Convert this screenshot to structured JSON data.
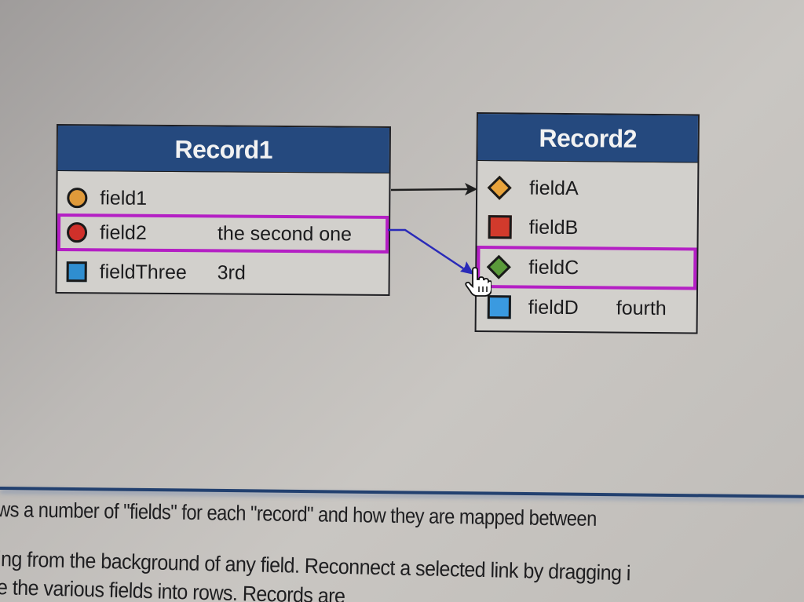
{
  "diagram": {
    "records": [
      {
        "title": "Record1",
        "fields": [
          {
            "name": "field1",
            "value": "",
            "icon": "circle",
            "color": "#e09a3a",
            "selected": false
          },
          {
            "name": "field2",
            "value": "the second one",
            "icon": "circle",
            "color": "#d0302a",
            "selected": true
          },
          {
            "name": "fieldThree",
            "value": "3rd",
            "icon": "square",
            "color": "#2f8ed0",
            "selected": false
          }
        ]
      },
      {
        "title": "Record2",
        "fields": [
          {
            "name": "fieldA",
            "value": "",
            "icon": "diamond",
            "color": "#e8a33b",
            "selected": false
          },
          {
            "name": "fieldB",
            "value": "",
            "icon": "square",
            "color": "#d23a2c",
            "selected": false
          },
          {
            "name": "fieldC",
            "value": "",
            "icon": "diamond",
            "color": "#5a9a3a",
            "selected": true
          },
          {
            "name": "fieldD",
            "value": "fourth",
            "icon": "square",
            "color": "#3a9ae0",
            "selected": false
          }
        ]
      }
    ],
    "links": [
      {
        "from": "Record1.field1",
        "to": "Record2.fieldA",
        "color": "#1e1e1e"
      },
      {
        "from": "Record1.field2",
        "to": "Record2.fieldC",
        "color": "#2a2ab8",
        "selected": true
      }
    ],
    "header_color": "#25497e",
    "selection_color": "#b41fc4"
  },
  "description": {
    "line1": "ws a number of \"fields\" for each \"record\" and how they are mapped between",
    "line2": "ing from the background of any field. Reconnect a selected link by dragging i",
    "line3": "e the various fields into rows. Records are"
  }
}
